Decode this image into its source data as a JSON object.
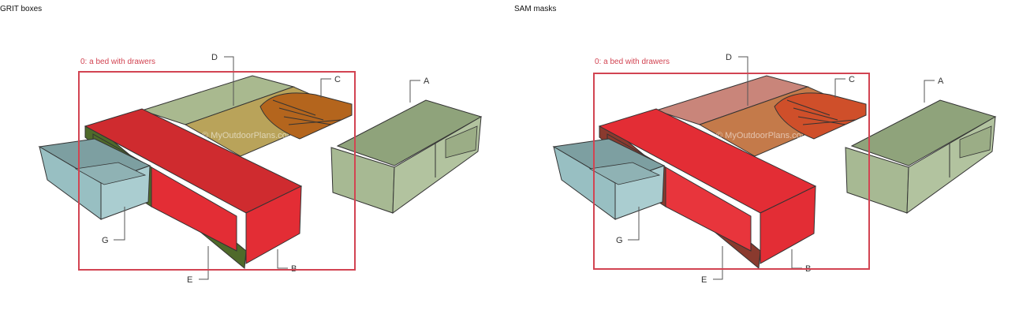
{
  "panels": [
    {
      "title": "GRIT boxes",
      "mode": "boxes",
      "box_label": "0: a bed with drawers",
      "watermark": "© MyOutdoorPlans.com",
      "labels": {
        "A": "A",
        "B": "B",
        "C": "C",
        "D": "D",
        "E": "E",
        "G": "G"
      }
    },
    {
      "title": "SAM masks",
      "mode": "masks",
      "box_label": "0: a bed with drawers",
      "watermark": "© MyOutdoorPlans.com",
      "labels": {
        "A": "A",
        "B": "B",
        "C": "C",
        "D": "D",
        "E": "E",
        "G": "G"
      }
    }
  ],
  "colors": {
    "box_stroke": "#d24452",
    "box_label": "#d24452",
    "mask_red": "#e32d35",
    "side_green": "#4f6a2a",
    "side_brown_mask": "#8a3a2e",
    "panel_green": "#a9b98f",
    "panel_pinkish": "#c9857a",
    "plywood": "#b9a35a",
    "plywood_mask": "#c47a4a",
    "slats": "#b4651d",
    "slats_mask": "#cf4f2a",
    "drawer": "#98bfc2",
    "drawer_inner": "#7d9fa1",
    "cabinet": "#a7b993",
    "cabinet_top": "#8fa37b"
  }
}
